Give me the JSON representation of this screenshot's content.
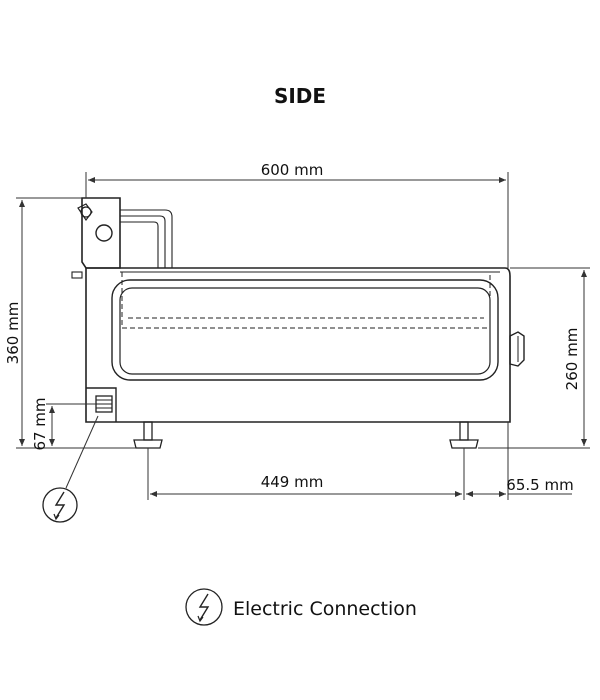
{
  "title": "SIDE",
  "dimensions": {
    "width": "600 mm",
    "height_total": "360 mm",
    "height_body": "260 mm",
    "connection_height": "67 mm",
    "feet_spacing": "449 mm",
    "foot_offset": "65.5 mm"
  },
  "legend": {
    "icon": "electric-connection-icon",
    "label": "Electric Connection"
  },
  "colors": {
    "line": "#222222",
    "background": "#ffffff"
  }
}
